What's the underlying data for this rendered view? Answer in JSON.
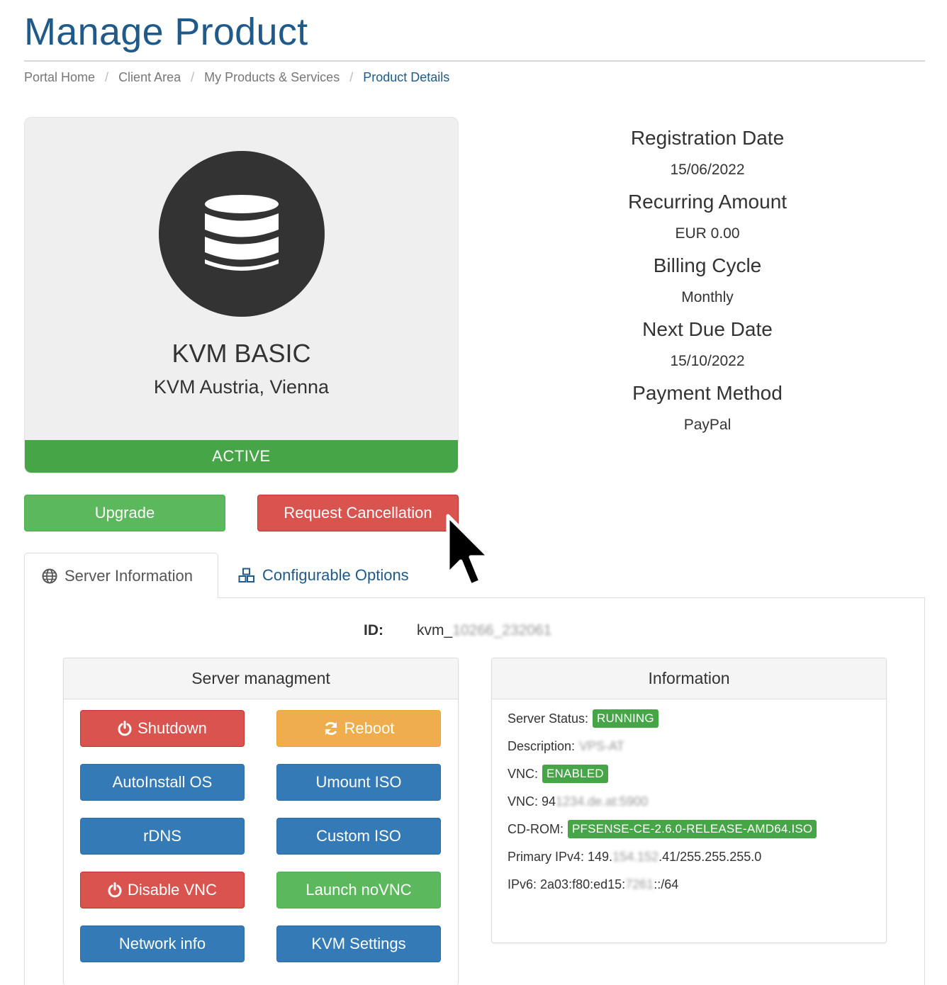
{
  "header": {
    "title": "Manage Product"
  },
  "breadcrumb": {
    "items": [
      {
        "label": "Portal Home"
      },
      {
        "label": "Client Area"
      },
      {
        "label": "My Products & Services"
      },
      {
        "label": "Product Details"
      }
    ],
    "separator": "/"
  },
  "product": {
    "icon": "database-icon",
    "name": "KVM BASIC",
    "location": "KVM Austria, Vienna",
    "status": "ACTIVE",
    "status_color": "#46a546"
  },
  "details": [
    {
      "label": "Registration Date",
      "value": "15/06/2022"
    },
    {
      "label": "Recurring Amount",
      "value": "EUR 0.00"
    },
    {
      "label": "Billing Cycle",
      "value": "Monthly"
    },
    {
      "label": "Next Due Date",
      "value": "15/10/2022"
    },
    {
      "label": "Payment Method",
      "value": "PayPal"
    }
  ],
  "actions": {
    "upgrade": "Upgrade",
    "cancel": "Request Cancellation"
  },
  "tabs": [
    {
      "label": "Server Information",
      "icon": "globe-icon",
      "active": true
    },
    {
      "label": "Configurable Options",
      "icon": "cubes-icon",
      "active": false
    }
  ],
  "server": {
    "id_label": "ID:",
    "id_prefix": "kvm_",
    "id_hidden": "10266_232061"
  },
  "management": {
    "title": "Server managment",
    "buttons": [
      {
        "label": "Shutdown",
        "icon": "power-icon",
        "color": "#d9534f"
      },
      {
        "label": "Reboot",
        "icon": "refresh-icon",
        "color": "#f0ad4e"
      },
      {
        "label": "AutoInstall OS",
        "color": "#337ab7"
      },
      {
        "label": "Umount ISO",
        "color": "#337ab7"
      },
      {
        "label": "rDNS",
        "color": "#337ab7"
      },
      {
        "label": "Custom ISO",
        "color": "#337ab7"
      },
      {
        "label": "Disable VNC",
        "icon": "power-icon",
        "color": "#d9534f"
      },
      {
        "label": "Launch noVNC",
        "color": "#5cb85c"
      },
      {
        "label": "Network info",
        "color": "#337ab7"
      },
      {
        "label": "KVM Settings",
        "color": "#337ab7"
      }
    ]
  },
  "information": {
    "title": "Information",
    "server_status_label": "Server Status:",
    "server_status": "RUNNING",
    "description_label": "Description:",
    "description_hidden": "VPS-AT",
    "vnc_label": "VNC:",
    "vnc_status": "ENABLED",
    "vnc2_label": "VNC: 94",
    "vnc2_hidden": "1234.de.at:5900",
    "cdrom_label": "CD-ROM:",
    "cdrom": "PFSENSE-CE-2.6.0-RELEASE-AMD64.ISO",
    "ipv4_label": "Primary IPv4: 149.",
    "ipv4_hidden": "154.152",
    "ipv4_suffix": ".41/255.255.255.0",
    "ipv6_label": "IPv6: 2a03:f80:ed15:",
    "ipv6_hidden": "7261",
    "ipv6_suffix": "::/64"
  }
}
